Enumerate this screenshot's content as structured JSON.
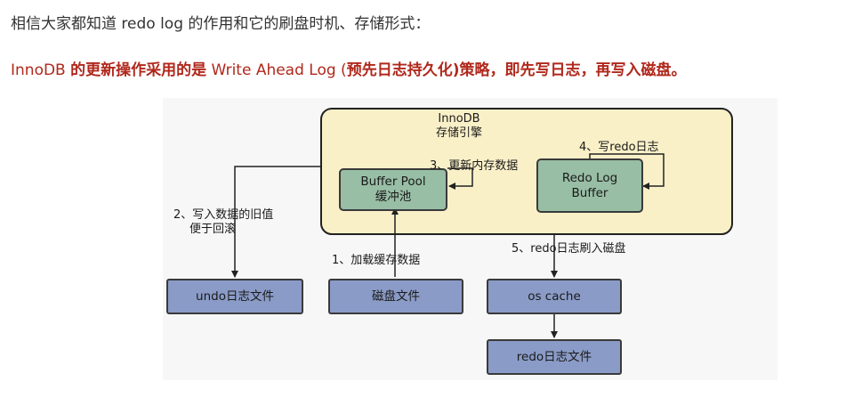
{
  "intro_text": "相信大家都知道 redo log 的作用和它的刷盘时机、存储形式：",
  "highlight": {
    "part1": "InnoDB ",
    "part2": "的更新操作采用的是",
    "part3": " Write Ahead Log (",
    "part4": "预先日志持久化",
    "part5": ")策略，即先写日志，再写入磁盘。"
  },
  "diagram": {
    "engine_title_line1": "InnoDB",
    "engine_title_line2": "存储引擎",
    "buffer_pool_line1": "Buffer Pool",
    "buffer_pool_line2": "缓冲池",
    "redo_buffer_line1": "Redo Log",
    "redo_buffer_line2": "Buffer",
    "undo_file": "undo日志文件",
    "disk_file": "磁盘文件",
    "os_cache": "os cache",
    "redo_file": "redo日志文件",
    "step1": "1、加载缓存数据",
    "step2_line1": "2、写入数据的旧值",
    "step2_line2": "便于回滚",
    "step3": "3、更新内存数据",
    "step4": "4、写redo日志",
    "step5": "5、redo日志刷入磁盘",
    "colors": {
      "engine_bg": "#faf0c8",
      "file_box": "#8a9bc7",
      "buffer_box": "#98bea5",
      "highlight_text": "#b0281c"
    }
  }
}
